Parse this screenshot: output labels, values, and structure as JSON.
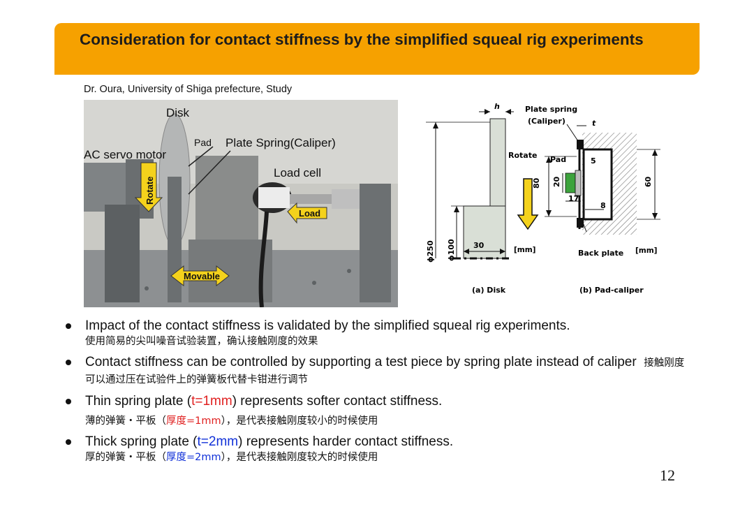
{
  "slide": {
    "title": "Consideration for contact stiffness by the simplified squeal rig experiments",
    "credit": "Dr. Oura, University of Shiga prefecture, Study",
    "page_number": "12"
  },
  "photo": {
    "labels": {
      "disk": "Disk",
      "ac_servo": "AC servo motor",
      "pad": "Pad",
      "plate_spring": "Plate Spring(Caliper)",
      "load_cell": "Load cell",
      "rotate": "Rotate",
      "load": "Load",
      "movable": "Movable"
    }
  },
  "diagram": {
    "h": "h",
    "plate_spring": "Plate spring",
    "caliper": "(Caliper)",
    "t": "t",
    "rotate": "Rotate",
    "pad": "Pad",
    "dim_5": "5",
    "dim_80": "80",
    "dim_20": "20",
    "dim_17": "17",
    "dim_8": "8",
    "dim_60": "60",
    "dim_250": "ϕ250",
    "dim_100": "ϕ100",
    "dim_30": "30",
    "unit_a": "[mm]",
    "unit_b": "[mm]",
    "back_plate": "Back plate",
    "caption_a": "(a) Disk",
    "caption_b": "(b) Pad-caliper"
  },
  "bullets": [
    {
      "en": "Impact of the contact stiffness is validated by the simplified squeal rig experiments.",
      "zh": "使用简易的尖叫噪音试验装置，确认接触刚度的效果"
    },
    {
      "en": "Contact stiffness can be controlled by supporting a test piece by spring plate instead of caliper",
      "zh": "接触刚度可以通过压在试验件上的弹簧板代替卡钳进行调节"
    },
    {
      "en_pre": "Thin spring plate (",
      "en_hl": "t=1mm",
      "en_post": ") represents softer contact stiffness.",
      "zh_pre": "薄的弹簧・平板（",
      "zh_hl": "厚度=1mm",
      "zh_post": "），是代表接触刚度较小的时候使用"
    },
    {
      "en_pre": "Thick spring plate (",
      "en_hl": "t=2mm",
      "en_post": ") represents harder contact stiffness.",
      "zh_pre": "厚的弹簧・平板（",
      "zh_hl": "厚度=2mm",
      "zh_post": "），是代表接触刚度较大的时候使用"
    }
  ],
  "colors": {
    "title_bar": "#f6a100",
    "highlight_red": "#e02020",
    "highlight_blue": "#1030d8",
    "arrow_yellow": "#f4d21c"
  }
}
